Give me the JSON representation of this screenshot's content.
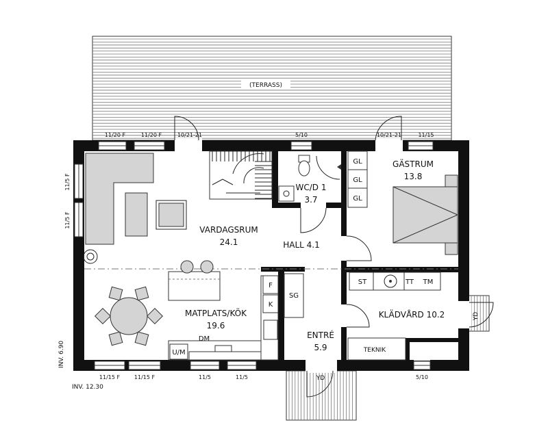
{
  "terrace": {
    "label": "(TERRASS)"
  },
  "rooms": {
    "vardagsrum": {
      "name": "VARDAGSRUM",
      "area": "24.1"
    },
    "hall": {
      "name": "HALL 4.1"
    },
    "wc": {
      "name": "WC/D 1",
      "area": "3.7"
    },
    "gastrum": {
      "name": "GÄSTRUM",
      "area": "13.8"
    },
    "matplats": {
      "name": "MATPLATS/KÖK",
      "area": "19.6"
    },
    "entre": {
      "name": "ENTRÉ",
      "area": "5.9"
    },
    "kladvard": {
      "name": "KLÄDVÅRD 10.2"
    }
  },
  "fixtures": {
    "gl": [
      "GL",
      "GL",
      "GL"
    ],
    "st": "ST",
    "tt": "TT",
    "tm": "TM",
    "f": "F",
    "k": "K",
    "sg": "SG",
    "dm": "DM",
    "um": "U/M",
    "teknik": "TEKNIK",
    "yd_front": "YD",
    "yd_side": "YD"
  },
  "windows": {
    "top": [
      "11/20 F",
      "11/20 F",
      "10/21-21",
      "5/10",
      "10/21-21",
      "11/15"
    ],
    "left": [
      "11/5 F",
      "11/5 F"
    ],
    "bottom": [
      "11/15 F",
      "11/15 F",
      "11/5",
      "11/5",
      "5/10"
    ]
  },
  "dimensions": {
    "width": "INV. 12.30",
    "depth": "INV. 6.90"
  }
}
